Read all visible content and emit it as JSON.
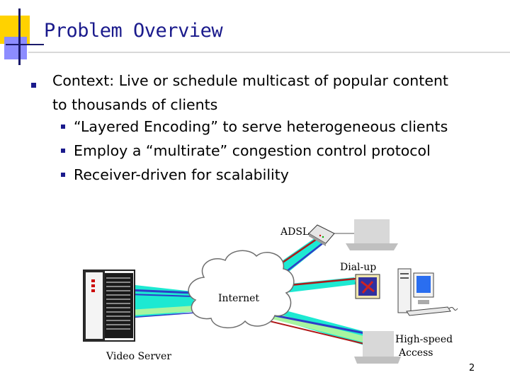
{
  "slide": {
    "title": "Problem Overview",
    "page_number": "2"
  },
  "bullets": {
    "main": {
      "label": "Context:",
      "text_line1": " Live or schedule multicast of popular content",
      "text_line2": "to thousands of clients"
    },
    "sub": [
      "“Layered Encoding” to serve heterogeneous clients",
      "Employ a “multirate” congestion control protocol",
      "Receiver-driven for scalability"
    ]
  },
  "diagram": {
    "server_label": "Video Server",
    "cloud_label": "Internet",
    "clients": [
      {
        "label": "ADSL"
      },
      {
        "label": "Dial-up"
      },
      {
        "label": "High-speed\nAccess",
        "label_line1": "High-speed",
        "label_line2": "Access"
      }
    ],
    "colors": {
      "title": "#1a1a8c",
      "link_cyan": "#1de9d2",
      "link_green": "#a8f5a0",
      "link_blue": "#2e3cc8",
      "link_red": "#b01818",
      "monitor": "#d8d8d8"
    }
  }
}
